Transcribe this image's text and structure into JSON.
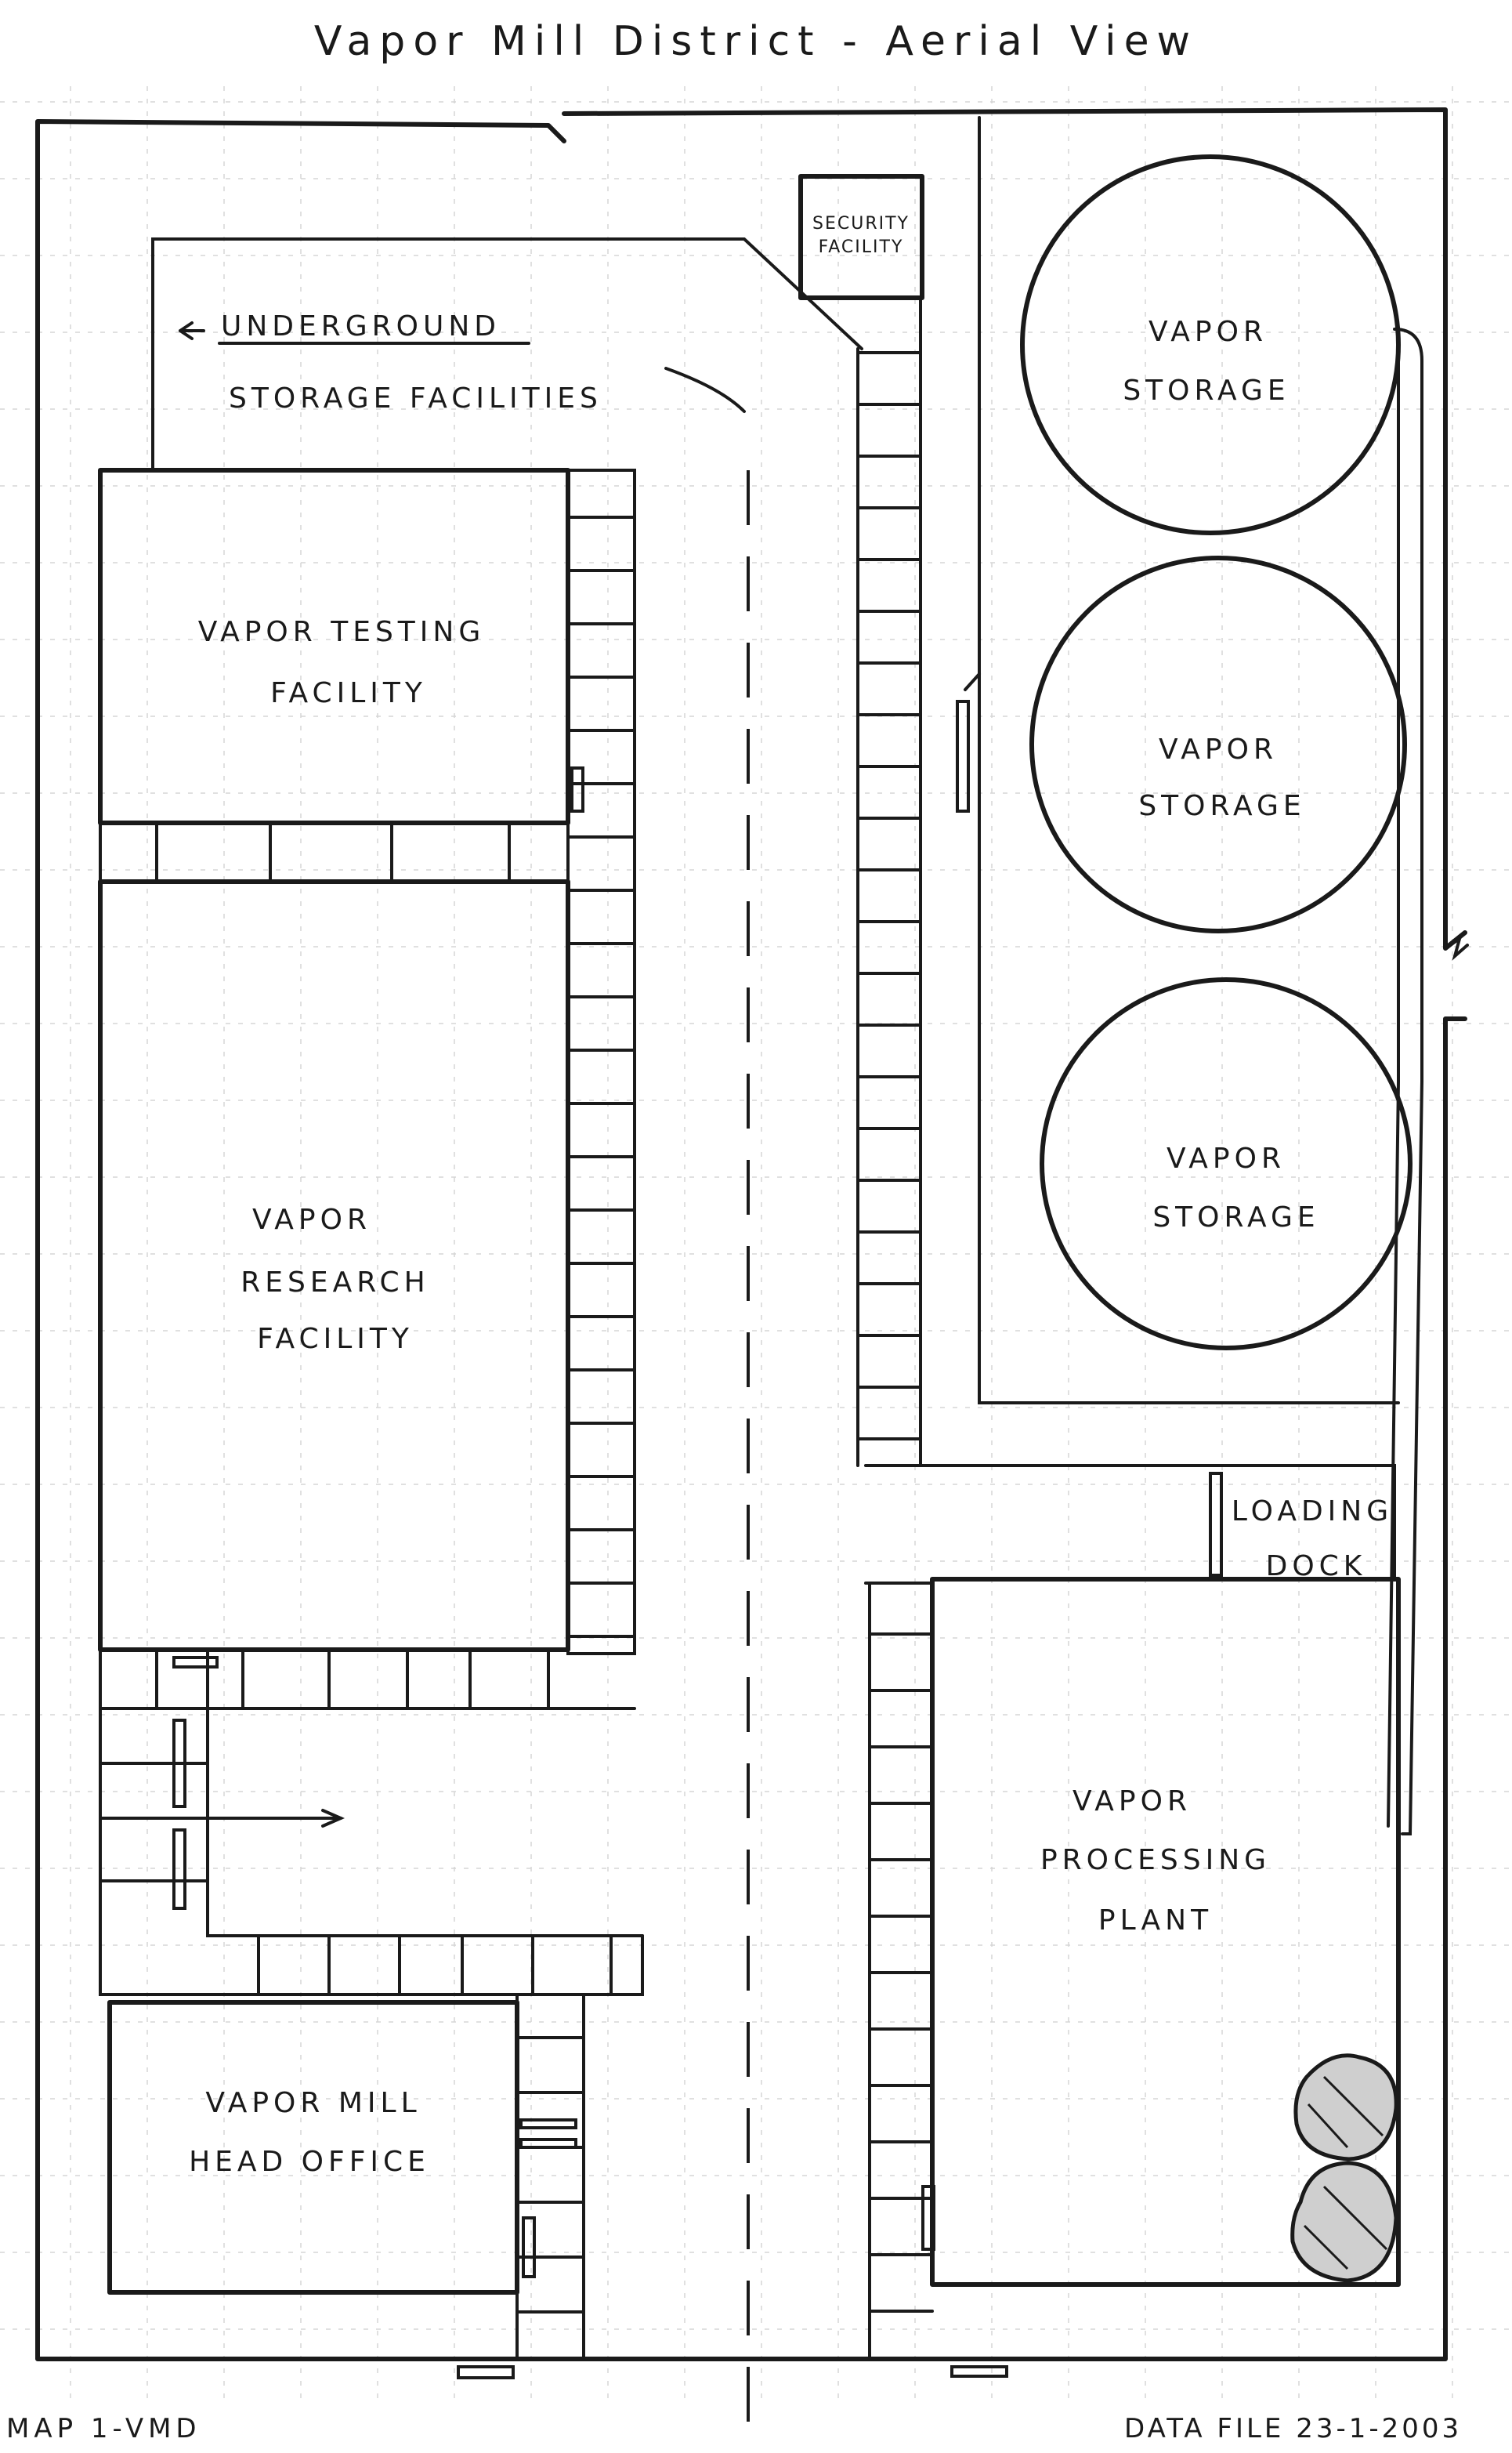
{
  "map": {
    "title": "Vapor Mill District - Aerial View",
    "map_id": "MAP 1-VMD",
    "data_file": "DATA FILE 23-1-2003"
  },
  "labels": {
    "security_line1": "SECURITY",
    "security_line2": "FACILITY",
    "underground_line1": "UNDERGROUND",
    "underground_line2": "STORAGE FACILITIES",
    "testing_line1": "VAPOR TESTING",
    "testing_line2": "FACILITY",
    "research_line1": "VAPOR",
    "research_line2": "RESEARCH",
    "research_line3": "FACILITY",
    "storage1_line1": "VAPOR",
    "storage1_line2": "STORAGE",
    "storage2_line1": "VAPOR",
    "storage2_line2": "STORAGE",
    "storage3_line1": "VAPOR",
    "storage3_line2": "STORAGE",
    "loading_line1": "LOADING",
    "loading_line2": "DOCK",
    "processing_line1": "VAPOR",
    "processing_line2": "PROCESSING",
    "processing_line3": "PLANT",
    "office_line1": "VAPOR MILL",
    "office_line2": "HEAD OFFICE"
  }
}
